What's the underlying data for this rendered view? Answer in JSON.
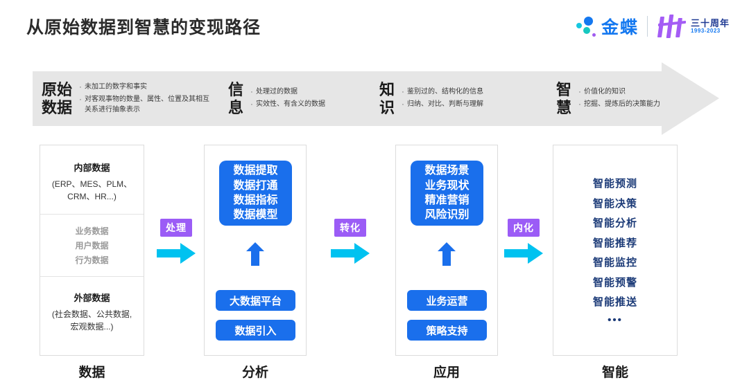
{
  "header": {
    "title": "从原始数据到智慧的变现路径",
    "brand_name": "金蝶",
    "anniversary_main": "三十周年",
    "anniversary_years": "1993-2023",
    "brand_color": "#1478f0",
    "accent_purple": "#a45cf5"
  },
  "banner": {
    "background": "#e6e6e6",
    "stages": [
      {
        "name_line1": "原始",
        "name_line2": "数据",
        "bullets": [
          "未加工的数字和事实",
          "对客观事物的数量、属性、位置及其相互关系进行抽象表示"
        ]
      },
      {
        "name_line1": "信",
        "name_line2": "息",
        "bullets": [
          "处理过的数据",
          "实效性、有含义的数据"
        ]
      },
      {
        "name_line1": "知",
        "name_line2": "识",
        "bullets": [
          "鉴别过的、结构化的信息",
          "归纳、对比、判断与理解"
        ]
      },
      {
        "name_line1": "智",
        "name_line2": "慧",
        "bullets": [
          "价值化的知识",
          "挖掘、提炼后的决策能力"
        ]
      }
    ]
  },
  "columns": {
    "data": {
      "label": "数据",
      "internal_title": "内部数据",
      "internal_sub_line1": "(ERP、MES、PLM、",
      "internal_sub_line2": "CRM、HR...)",
      "middle_items": [
        "业务数据",
        "用户数据",
        "行为数据"
      ],
      "external_title": "外部数据",
      "external_sub_line1": "(社会数据、公共数据,",
      "external_sub_line2": "宏观数据...)"
    },
    "analysis": {
      "label": "分析",
      "main_block": [
        "数据提取",
        "数据打通",
        "数据指标",
        "数据模型"
      ],
      "pills": [
        "大数据平台",
        "数据引入"
      ],
      "block_color": "#1a6fec"
    },
    "application": {
      "label": "应用",
      "main_block": [
        "数据场景",
        "业务现状",
        "精准营销",
        "风险识别"
      ],
      "pills": [
        "业务运营",
        "策略支持"
      ],
      "block_color": "#1a6fec"
    },
    "intelligence": {
      "label": "智能",
      "items": [
        "智能预测",
        "智能决策",
        "智能分析",
        "智能推荐",
        "智能监控",
        "智能预警",
        "智能推送"
      ],
      "ellipsis": "•••",
      "text_color": "#1c3b78"
    }
  },
  "connectors": [
    {
      "label": "处理",
      "badge_color": "#9b5cf6",
      "arrow_color": "#00c2f0"
    },
    {
      "label": "转化",
      "badge_color": "#9b5cf6",
      "arrow_color": "#00c2f0"
    },
    {
      "label": "内化",
      "badge_color": "#9b5cf6",
      "arrow_color": "#00c2f0"
    }
  ]
}
